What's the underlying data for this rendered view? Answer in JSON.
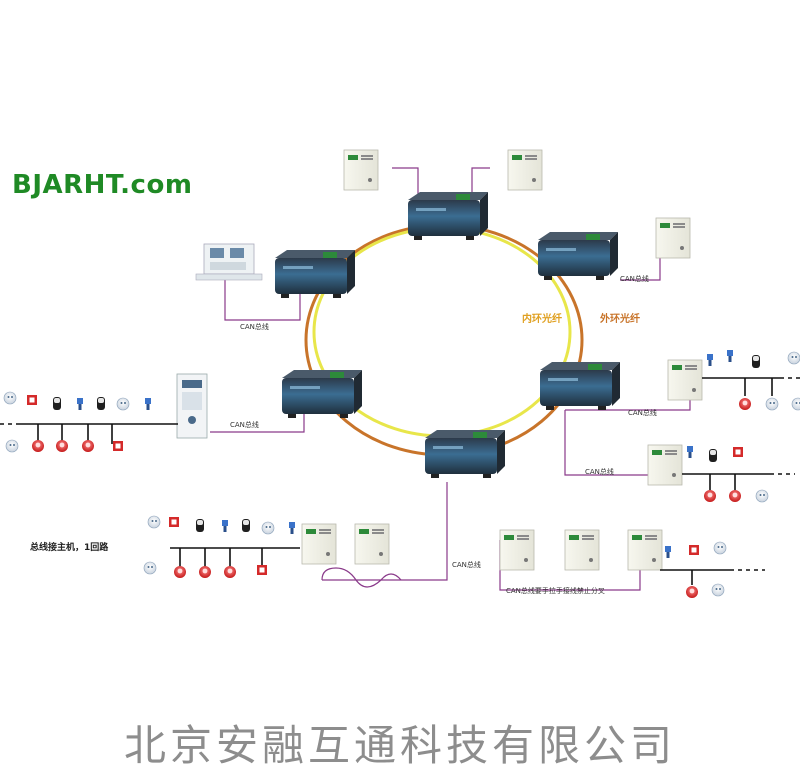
{
  "logo": "BJARHT.com",
  "labels": {
    "inner_ring": "内环光纤",
    "outer_ring": "外环光纤",
    "can_bus": "CAN总线",
    "can_bus_long": "CAN总线要手拉手接线禁止分叉",
    "branch_note": "总线接主机，1回路"
  },
  "colors": {
    "outer_ring": "#c8742a",
    "inner_ring": "#e8e64a",
    "bus_line": "#8a3a8a",
    "logo": "#1f8a25",
    "company": "#8d8d8d"
  },
  "company": "北京安融互通科技有限公司"
}
